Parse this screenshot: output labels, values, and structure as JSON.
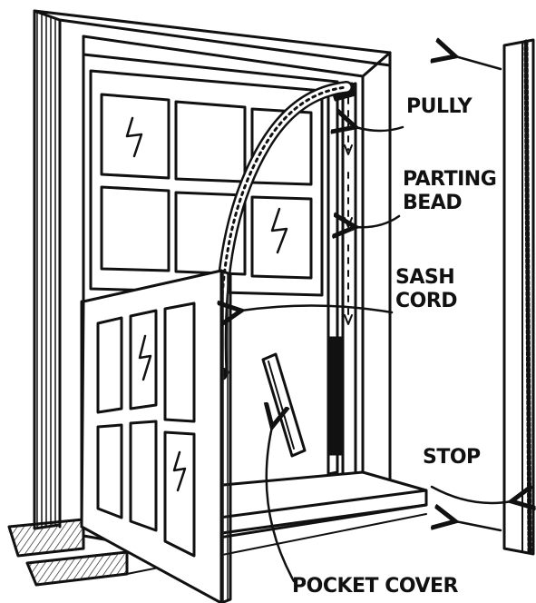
{
  "labels": {
    "pully": "PULLY",
    "parting_bead": [
      "PARTING",
      "BEAD"
    ],
    "sash_cord": [
      "SASH",
      "CORD"
    ],
    "stop": "STOP",
    "pocket_cover": "POCKET COVER"
  },
  "colors": {
    "ink": "#111111",
    "paper": "#ffffff",
    "hatch": "#222222"
  }
}
